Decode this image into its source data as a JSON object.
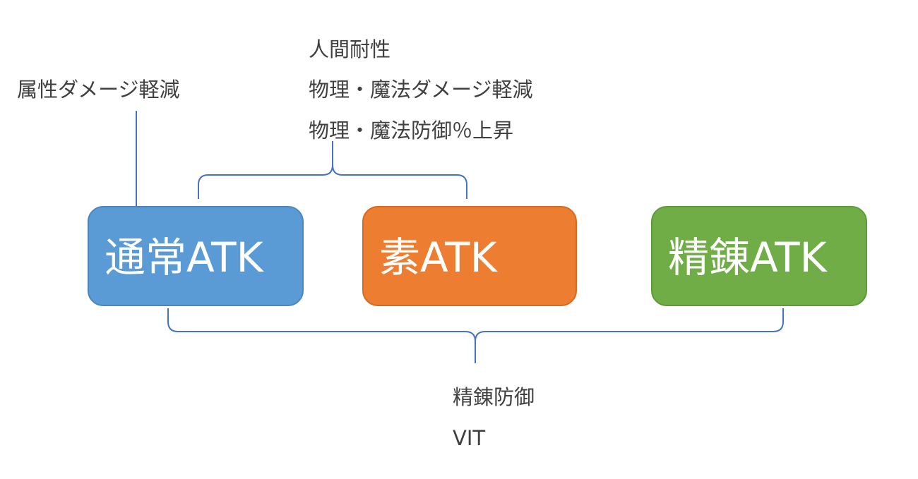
{
  "boxes": {
    "normal_atk": "通常ATK",
    "element_atk": "素ATK",
    "refine_atk": "精錬ATK"
  },
  "labels": {
    "attribute_damage_reduction": "属性ダメージ軽減",
    "top_group": [
      "人間耐性",
      "物理・魔法ダメージ軽減",
      "物理・魔法防御％上昇"
    ],
    "bottom_group": [
      "精錬防御",
      "VIT"
    ]
  },
  "colors": {
    "normal_atk": "#5b9bd5",
    "element_atk": "#ed7d31",
    "refine_atk": "#70ad47",
    "connector": "#4472c4"
  }
}
